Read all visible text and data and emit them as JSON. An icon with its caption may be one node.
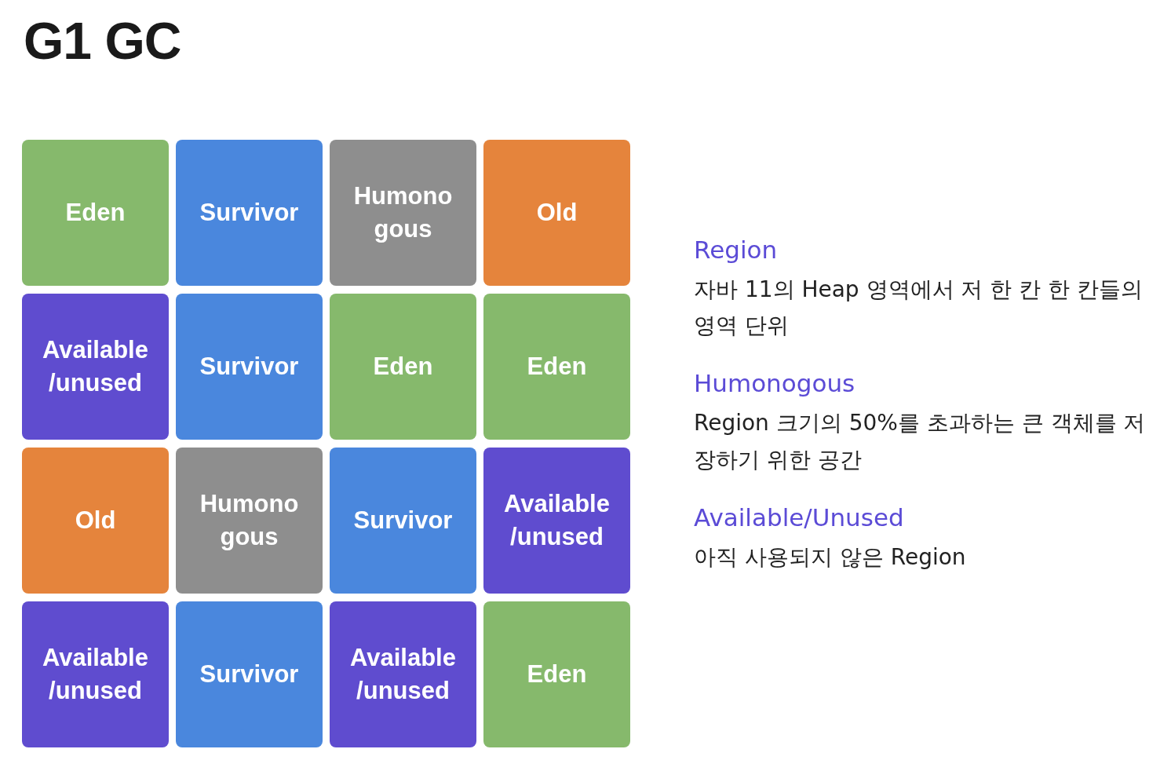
{
  "diagram": {
    "title": "G1 GC",
    "nodes": [
      {
        "text": [
          "Eden"
        ]
      },
      {
        "text": [
          "Survivor"
        ]
      },
      {
        "text": [
          "Humono gous"
        ]
      },
      {
        "text": [
          "Old"
        ]
      },
      {
        "text": [
          "Available /unused"
        ]
      },
      {
        "text": [
          "Survivor"
        ]
      },
      {
        "text": [
          "Eden"
        ]
      },
      {
        "text": [
          "Eden"
        ]
      },
      {
        "text": [
          "Old"
        ]
      },
      {
        "text": [
          "Humono gous"
        ]
      },
      {
        "text": [
          "Survivor"
        ]
      },
      {
        "text": [
          "Available /unused"
        ]
      },
      {
        "text": [
          "Available /unused"
        ]
      },
      {
        "text": [
          "Survivor"
        ]
      },
      {
        "text": [
          "Available /unused"
        ]
      },
      {
        "text": [
          "Eden"
        ]
      }
    ],
    "edges": [],
    "labels": [
      "Region",
      "자바 11의 Heap 영역에서 저 한 칸 한 칸들의 영역 단위",
      "Humonogous",
      "Region 크기의 50%를 초과하는 큰 객체를 저장하기 위한 공간",
      "Available/Unused",
      "아직 사용되지 않은 Region"
    ]
  }
}
